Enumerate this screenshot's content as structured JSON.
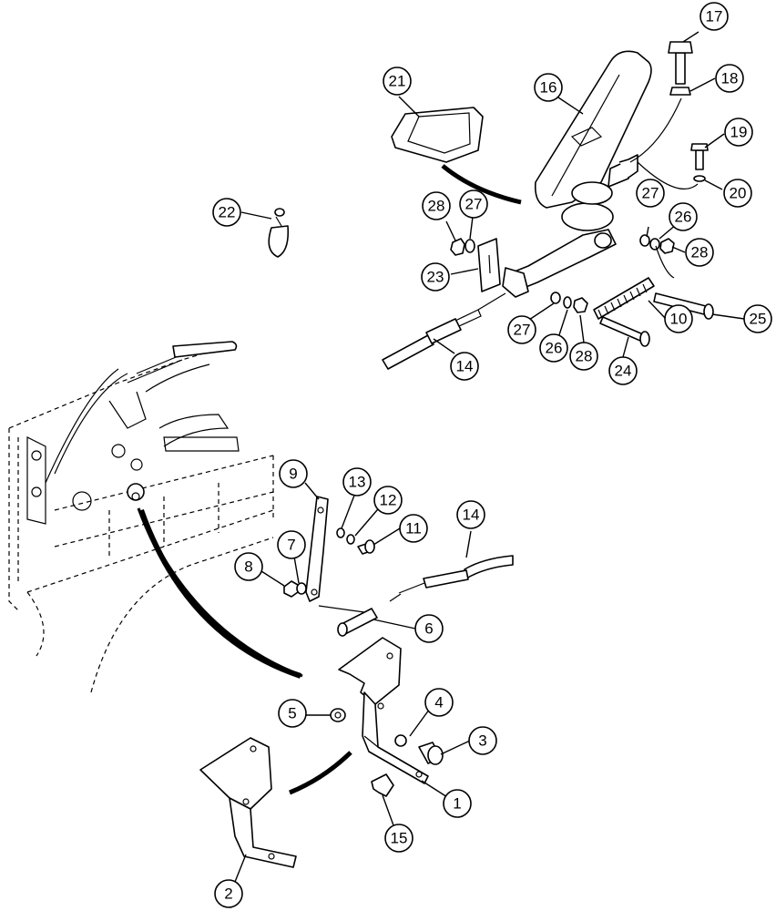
{
  "callouts": [
    {
      "id": "c1",
      "label": "1"
    },
    {
      "id": "c2",
      "label": "2"
    },
    {
      "id": "c3",
      "label": "3"
    },
    {
      "id": "c4",
      "label": "4"
    },
    {
      "id": "c5",
      "label": "5"
    },
    {
      "id": "c6",
      "label": "6"
    },
    {
      "id": "c7",
      "label": "7"
    },
    {
      "id": "c8",
      "label": "8"
    },
    {
      "id": "c9",
      "label": "9"
    },
    {
      "id": "c10",
      "label": "10"
    },
    {
      "id": "c11",
      "label": "11"
    },
    {
      "id": "c12",
      "label": "12"
    },
    {
      "id": "c13",
      "label": "13"
    },
    {
      "id": "c14a",
      "label": "14"
    },
    {
      "id": "c14b",
      "label": "14"
    },
    {
      "id": "c15",
      "label": "15"
    },
    {
      "id": "c16",
      "label": "16"
    },
    {
      "id": "c17",
      "label": "17"
    },
    {
      "id": "c18",
      "label": "18"
    },
    {
      "id": "c19",
      "label": "19"
    },
    {
      "id": "c20",
      "label": "20"
    },
    {
      "id": "c21",
      "label": "21"
    },
    {
      "id": "c22",
      "label": "22"
    },
    {
      "id": "c23",
      "label": "23"
    },
    {
      "id": "c24",
      "label": "24"
    },
    {
      "id": "c25",
      "label": "25"
    },
    {
      "id": "c26a",
      "label": "26"
    },
    {
      "id": "c26b",
      "label": "26"
    },
    {
      "id": "c27a",
      "label": "27"
    },
    {
      "id": "c27b",
      "label": "27"
    },
    {
      "id": "c27c",
      "label": "27"
    },
    {
      "id": "c28a",
      "label": "28"
    },
    {
      "id": "c28b",
      "label": "28"
    },
    {
      "id": "c28c",
      "label": "28"
    }
  ]
}
